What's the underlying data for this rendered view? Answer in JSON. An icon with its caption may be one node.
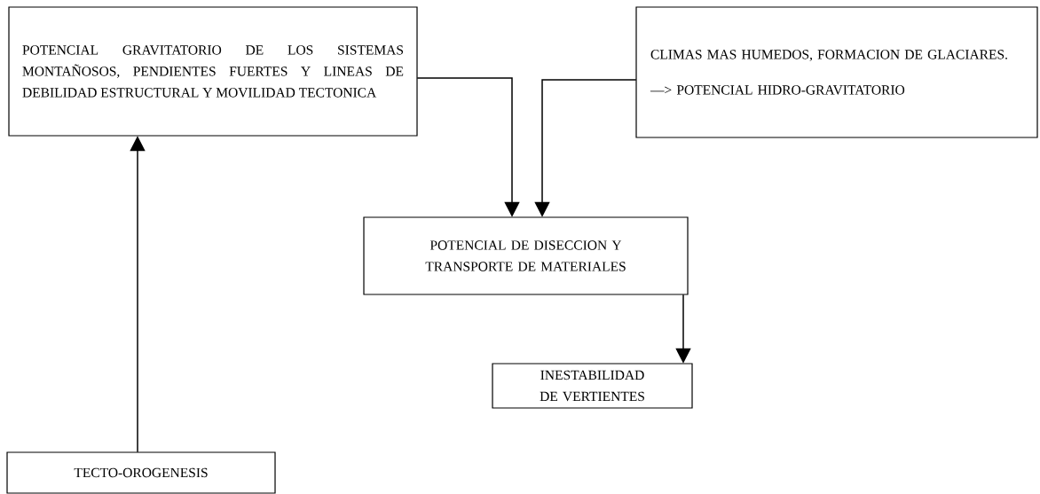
{
  "diagram": {
    "nodes": [
      {
        "text": [
          "POTENCIAL GRAVITATORIO DE LOS SISTEMAS MONTAÑOSOS, PENDIENTES FUERTES Y LINEAS DE DEBILIDAD ESTRUCTURAL Y MOVILIDAD TECTONICA"
        ]
      },
      {
        "text": [
          "CLIMAS MAS HUMEDOS, FORMACION DE GLACIARES.",
          "—> POTENCIAL HIDRO-GRAVITATORIO"
        ]
      },
      {
        "text": [
          "POTENCIAL DE DISECCION Y TRANSPORTE DE MATERIALES"
        ]
      },
      {
        "text": [
          "INESTABILIDAD DE VERTIENTES"
        ]
      },
      {
        "text": [
          "TECTO-OROGENESIS"
        ]
      }
    ],
    "edges": [
      {
        "from": 4,
        "to": 0,
        "arrow": "to"
      },
      {
        "from": 0,
        "to": 2,
        "arrow": "to"
      },
      {
        "from": 1,
        "to": 2,
        "arrow": "to"
      },
      {
        "from": 2,
        "to": 3,
        "arrow": "to"
      }
    ]
  }
}
